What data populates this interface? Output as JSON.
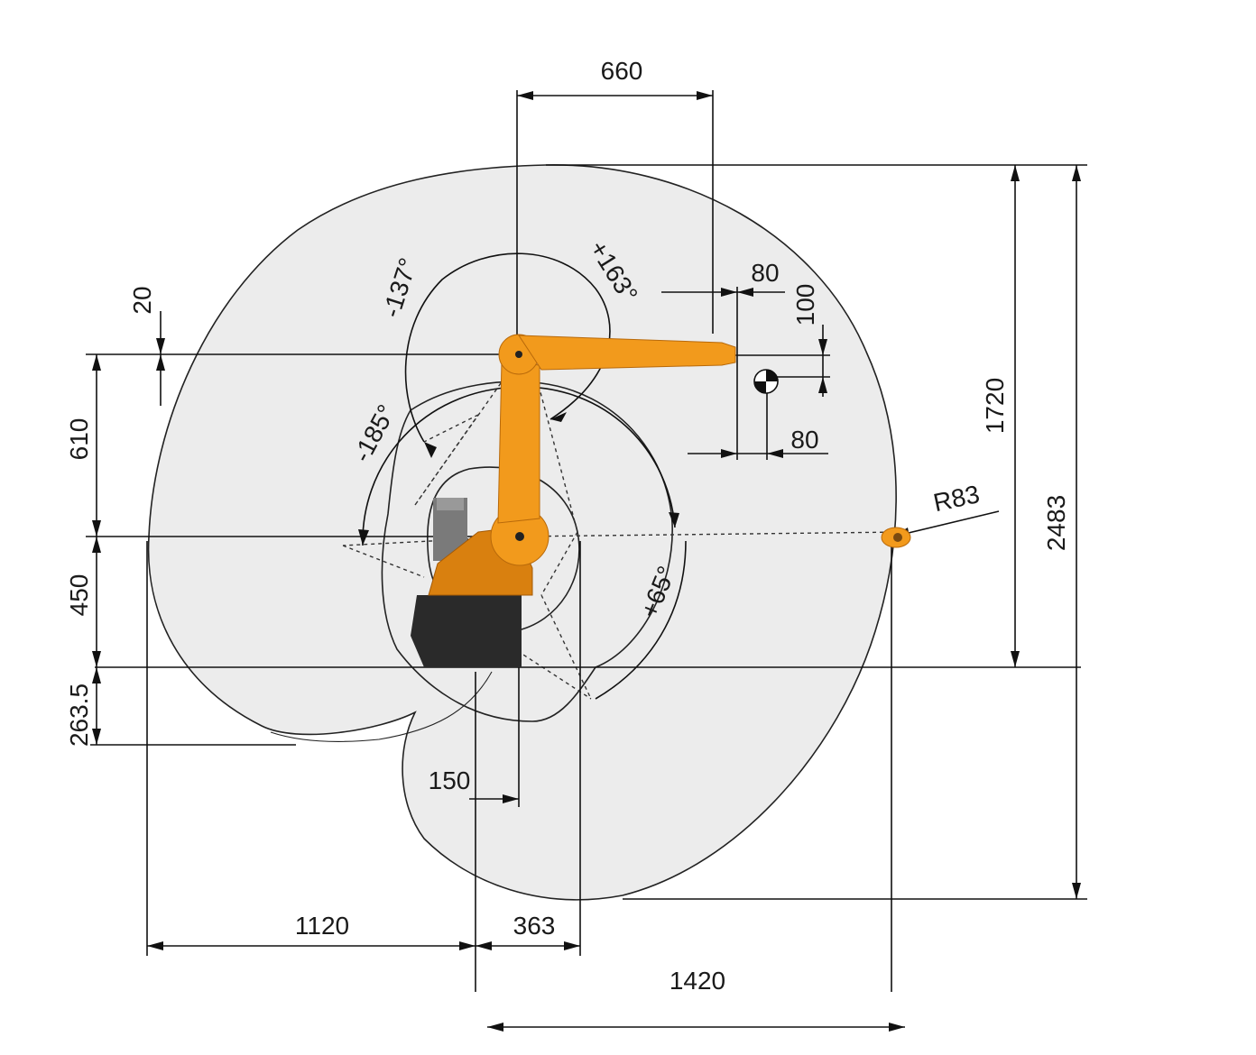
{
  "dimensions": {
    "d660": "660",
    "d80_top": "80",
    "d100": "100",
    "d80_bottom": "80",
    "d1720": "1720",
    "d2483": "2483",
    "dR83": "R83",
    "d20": "20",
    "d610": "610",
    "d450": "450",
    "d263_5": "263.5",
    "d150": "150",
    "d1120": "1120",
    "d363": "363",
    "d1420": "1420"
  },
  "angles": {
    "a137": "-137°",
    "a163": "+163°",
    "a185": "-185°",
    "a65": "+65°"
  },
  "colors": {
    "robot_orange": "#f29a1c",
    "envelope_fill": "#ececec",
    "base_dark": "#2a2a2a"
  }
}
